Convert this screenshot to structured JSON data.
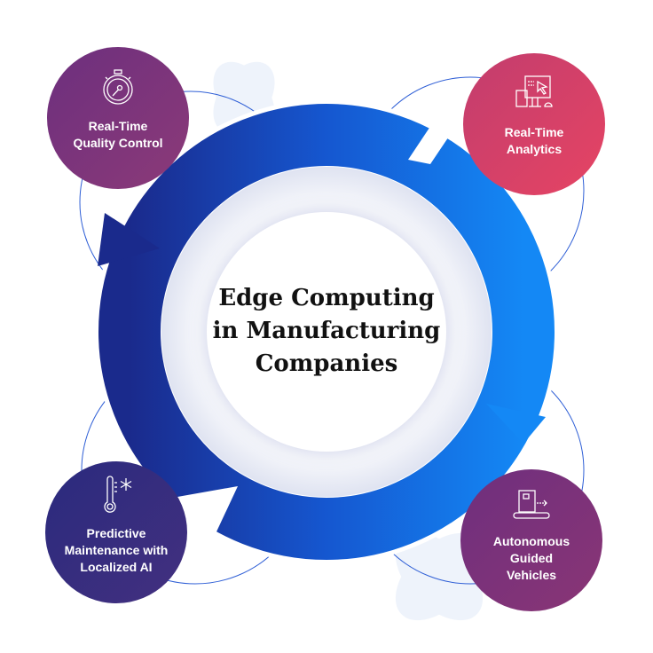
{
  "title": "Edge Computing\nin Manufacturing\nCompanies",
  "nodes": [
    {
      "label": "Real-Time\nQuality Control",
      "icon": "stopwatch-icon",
      "color_from": "#6c2f7e",
      "color_to": "#8c3a78"
    },
    {
      "label": "Real-Time\nAnalytics",
      "icon": "monitor-cursor-icon",
      "color_from": "#c23d6e",
      "color_to": "#e64463"
    },
    {
      "label": "Predictive\nMaintenance with\nLocalized AI",
      "icon": "thermometer-snowflake-icon",
      "color_from": "#2a2a7e",
      "color_to": "#43307f"
    },
    {
      "label": "Autonomous\nGuided\nVehicles",
      "icon": "conveyor-box-icon",
      "color_from": "#6e2f7e",
      "color_to": "#8a3575"
    }
  ],
  "colors": {
    "ring_dark": "#1b2a8f",
    "ring_light": "#1482f0",
    "orbit": "#2f5fd6"
  }
}
